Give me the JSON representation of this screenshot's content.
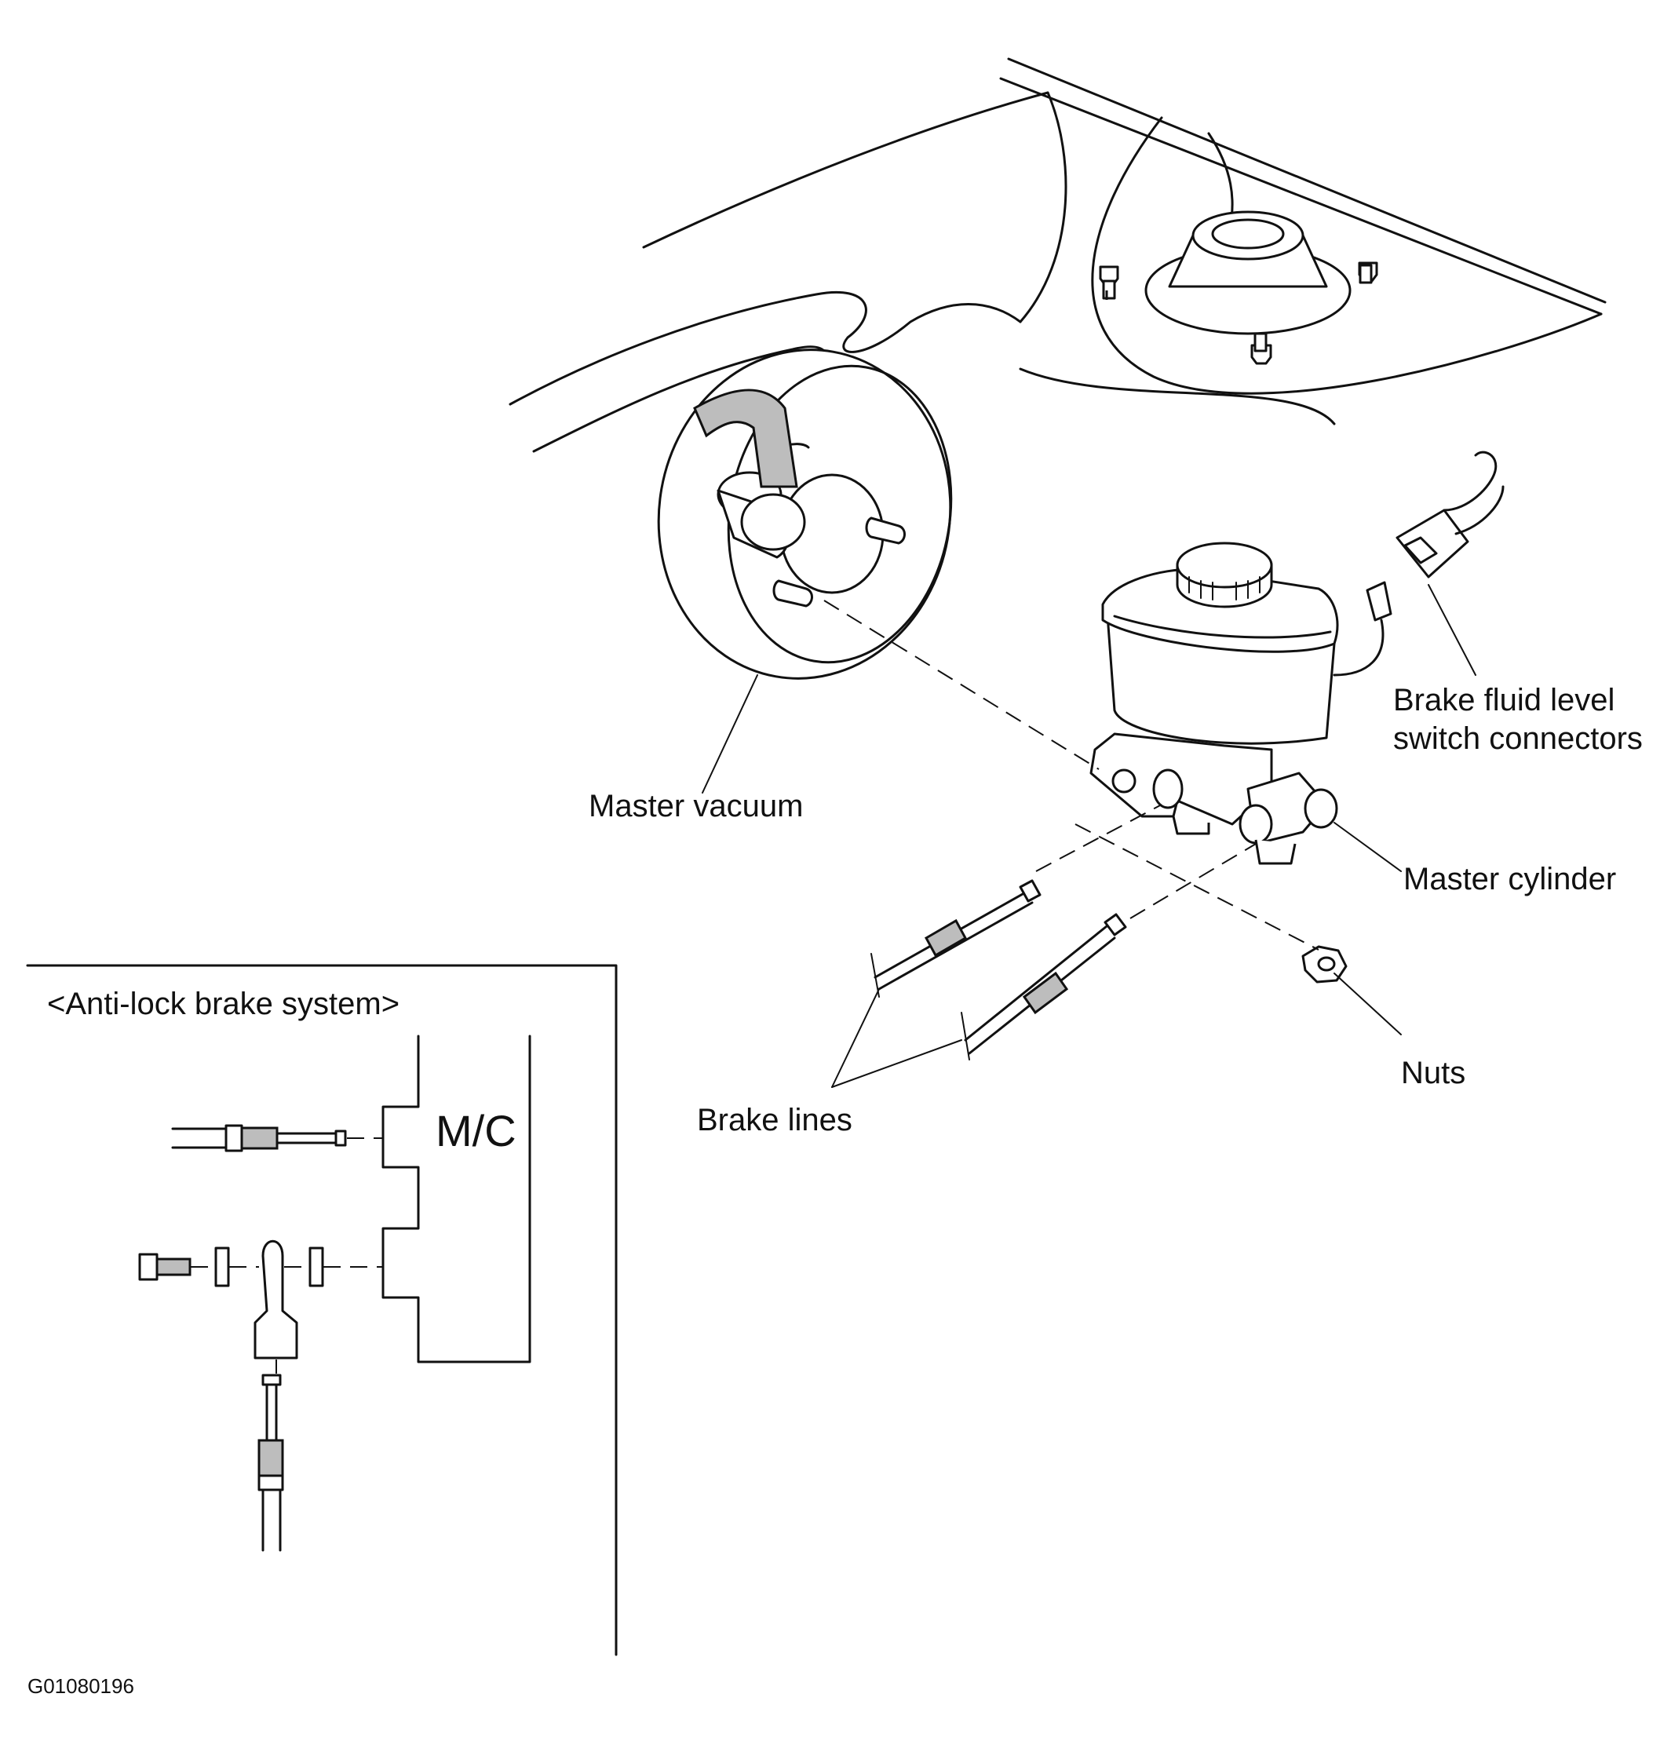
{
  "labels": {
    "master_vacuum": "Master vacuum",
    "brake_fluid_line1": "Brake fluid level",
    "brake_fluid_line2": "switch connectors",
    "master_cylinder": "Master cylinder",
    "nuts": "Nuts",
    "brake_lines": "Brake lines",
    "abs_title": "<Anti-lock brake system>",
    "mc_abbrev": "M/C",
    "figure_code": "G01080196"
  }
}
